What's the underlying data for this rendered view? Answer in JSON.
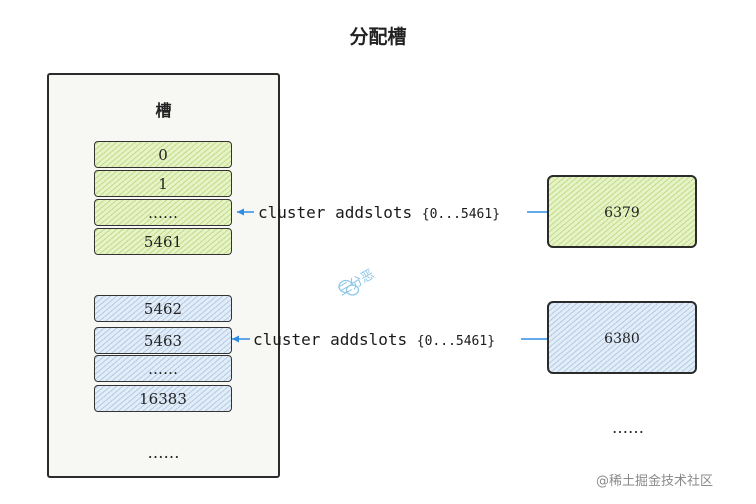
{
  "title": "分配槽",
  "slot_panel": {
    "title": "槽",
    "group_green": [
      "0",
      "1",
      "……",
      "5461"
    ],
    "group_blue": [
      "5462",
      "5463",
      "……",
      "16383"
    ],
    "ellipsis": "……"
  },
  "commands": [
    {
      "prefix": "cluster addslots ",
      "range": "{0...5461}"
    },
    {
      "prefix": "cluster addslots ",
      "range": "{0...5461}"
    }
  ],
  "nodes": [
    {
      "label": "6379",
      "color": "#e6f3c6"
    },
    {
      "label": "6380",
      "color": "#e3edf8"
    }
  ],
  "more_nodes": "……",
  "colors": {
    "arrow": "#2f8de4",
    "green_fill": "#e6f3c6",
    "blue_fill": "#e3edf8"
  },
  "watermark": {
    "middle": "三分恶",
    "bottom": "@稀土掘金技术社区"
  }
}
